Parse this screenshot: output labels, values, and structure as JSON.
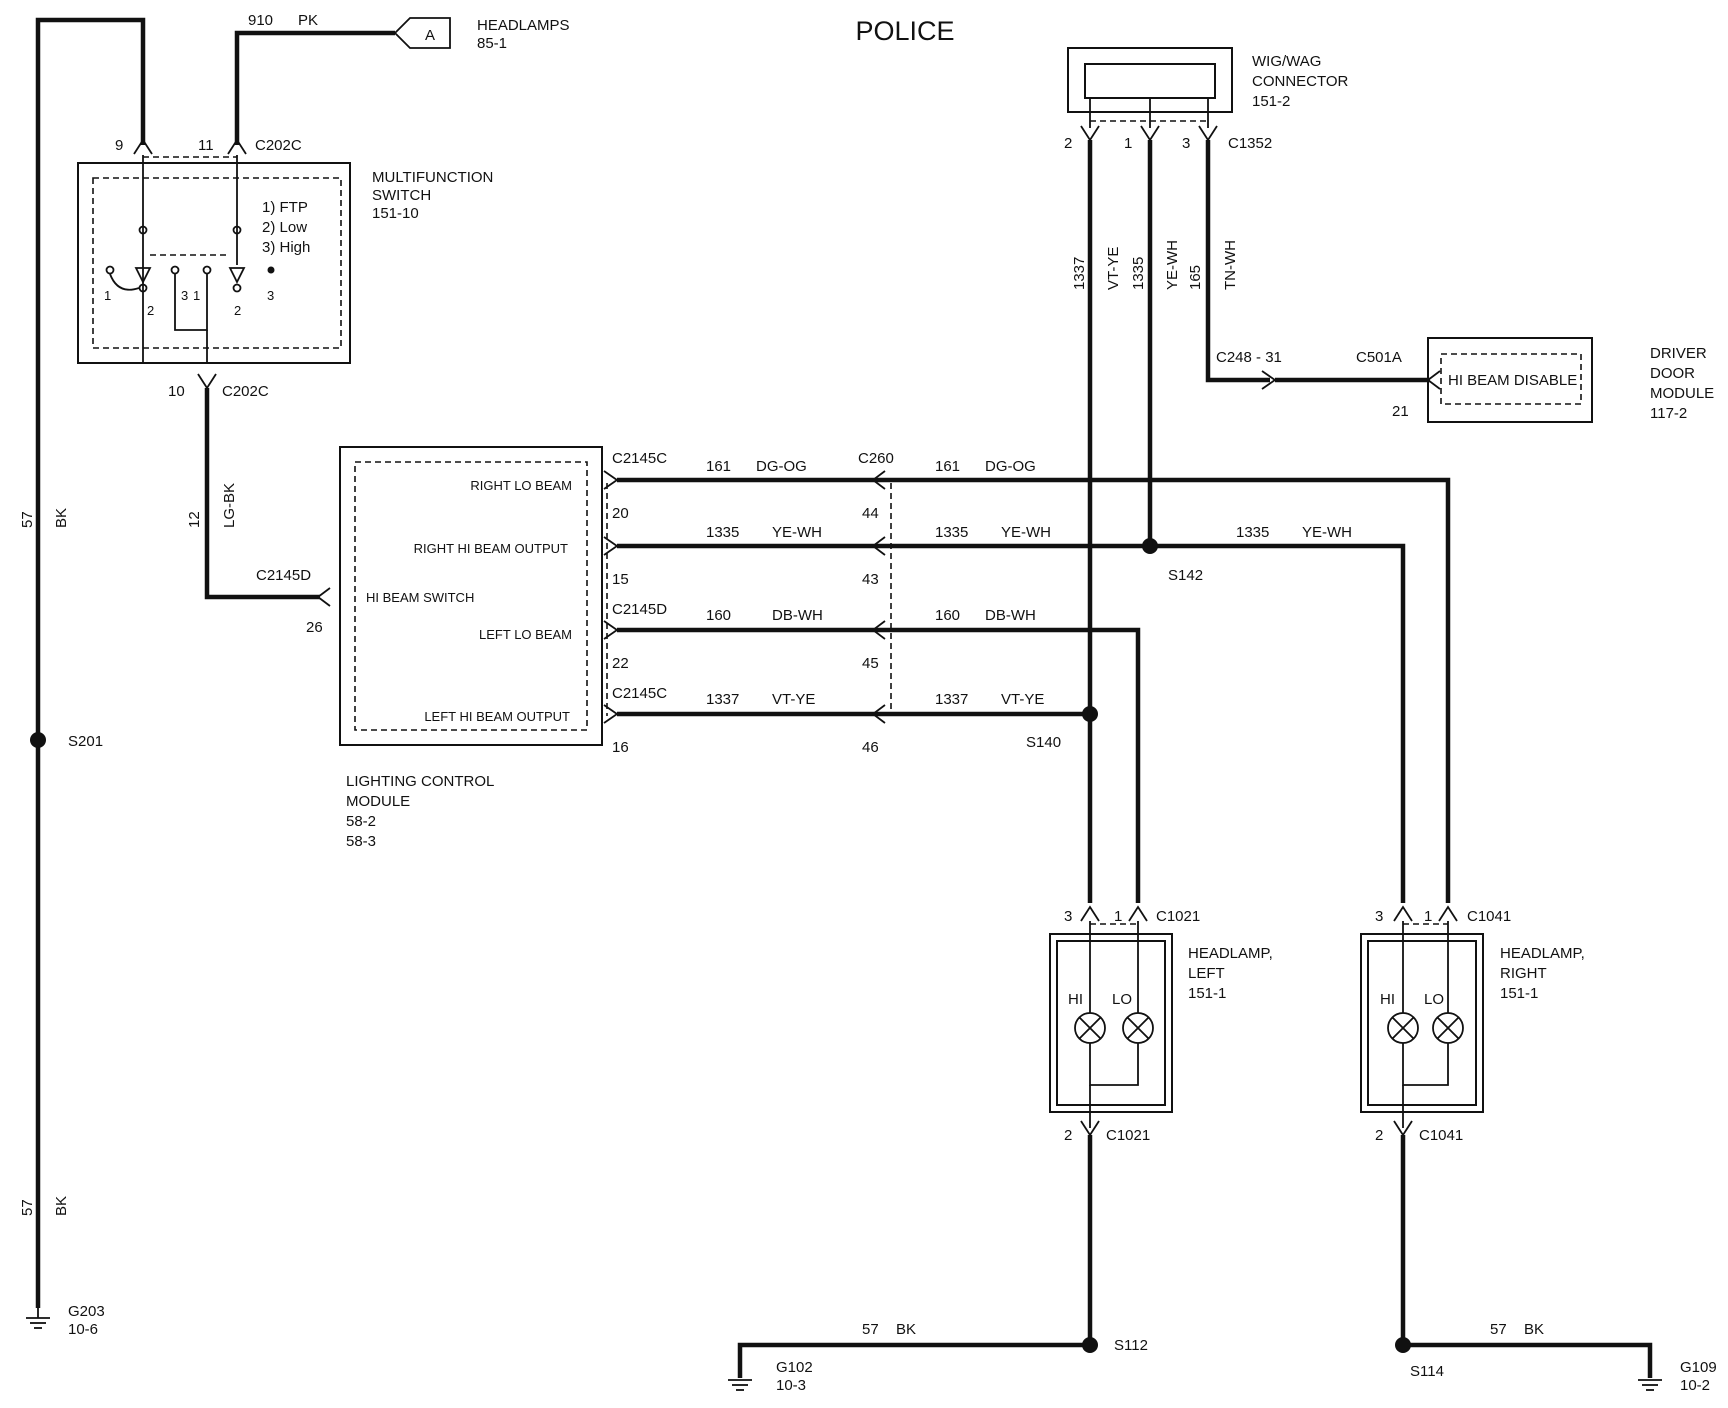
{
  "title": "POLICE",
  "headlamps_ref": {
    "letter": "A",
    "name": "HEADLAMPS",
    "page": "85-1",
    "circuit": "910",
    "color": "PK"
  },
  "multifunction_switch": {
    "name_line1": "MULTIFUNCTION",
    "name_line2": "SWITCH",
    "page": "151-10",
    "connector": "C202C",
    "pin_left": "9",
    "pin_right": "11",
    "pin_bottom": "10",
    "positions": [
      "1) FTP",
      "2) Low",
      "3) High"
    ],
    "contact_labels": {
      "a1": "1",
      "a2": "2",
      "b3": "3",
      "b1": "1",
      "c2": "2",
      "c3": "3"
    }
  },
  "wig_wag": {
    "name_line1": "WIG/WAG",
    "name_line2": "CONNECTOR",
    "page": "151-2",
    "connector": "C1352",
    "pins": [
      "2",
      "1",
      "3"
    ]
  },
  "driver_door_module": {
    "name_line1": "DRIVER",
    "name_line2": "DOOR",
    "name_line3": "MODULE",
    "page": "117-2",
    "function": "HI BEAM DISABLE",
    "connector": "C501A",
    "pin": "21",
    "inline_connector": "C248 - 31"
  },
  "lighting_control_module": {
    "name_line1": "LIGHTING  CONTROL",
    "name_line2": "MODULE",
    "page1": "58-2",
    "page2": "58-3",
    "outputs": [
      "RIGHT LO BEAM",
      "RIGHT HI BEAM OUTPUT",
      "LEFT LO BEAM",
      "LEFT HI BEAM OUTPUT"
    ],
    "input": "HI BEAM SWITCH",
    "input_connector": "C2145D",
    "input_pin": "26",
    "connectors": [
      "C2145C",
      "C2145D",
      "C2145C"
    ],
    "pins": [
      "20",
      "15",
      "22",
      "16"
    ]
  },
  "c260": {
    "name": "C260",
    "pins": [
      "44",
      "43",
      "45",
      "46"
    ]
  },
  "wires": {
    "w57_bk": {
      "circuit": "57",
      "color": "BK"
    },
    "w12_lgbk": {
      "circuit": "12",
      "color": "LG-BK"
    },
    "w161": {
      "circuit": "161",
      "color": "DG-OG"
    },
    "w1335": {
      "circuit": "1335",
      "color": "YE-WH"
    },
    "w160": {
      "circuit": "160",
      "color": "DB-WH"
    },
    "w1337": {
      "circuit": "1337",
      "color": "VT-YE"
    },
    "w165": {
      "circuit": "165",
      "color": "TN-WH"
    }
  },
  "splices": [
    "S201",
    "S142",
    "S140",
    "S112",
    "S114"
  ],
  "grounds": [
    {
      "name": "G203",
      "page": "10-6"
    },
    {
      "name": "G102",
      "page": "10-3"
    },
    {
      "name": "G109",
      "page": "10-2"
    }
  ],
  "headlamp_left": {
    "name_line1": "HEADLAMP,",
    "name_line2": "LEFT",
    "page": "151-1",
    "connector": "C1021",
    "pin_hi": "3",
    "pin_lo": "1",
    "pin_gnd": "2",
    "hi": "HI",
    "lo": "LO"
  },
  "headlamp_right": {
    "name_line1": "HEADLAMP,",
    "name_line2": "RIGHT",
    "page": "151-1",
    "connector": "C1041",
    "pin_hi": "3",
    "pin_lo": "1",
    "pin_gnd": "2",
    "hi": "HI",
    "lo": "LO"
  }
}
